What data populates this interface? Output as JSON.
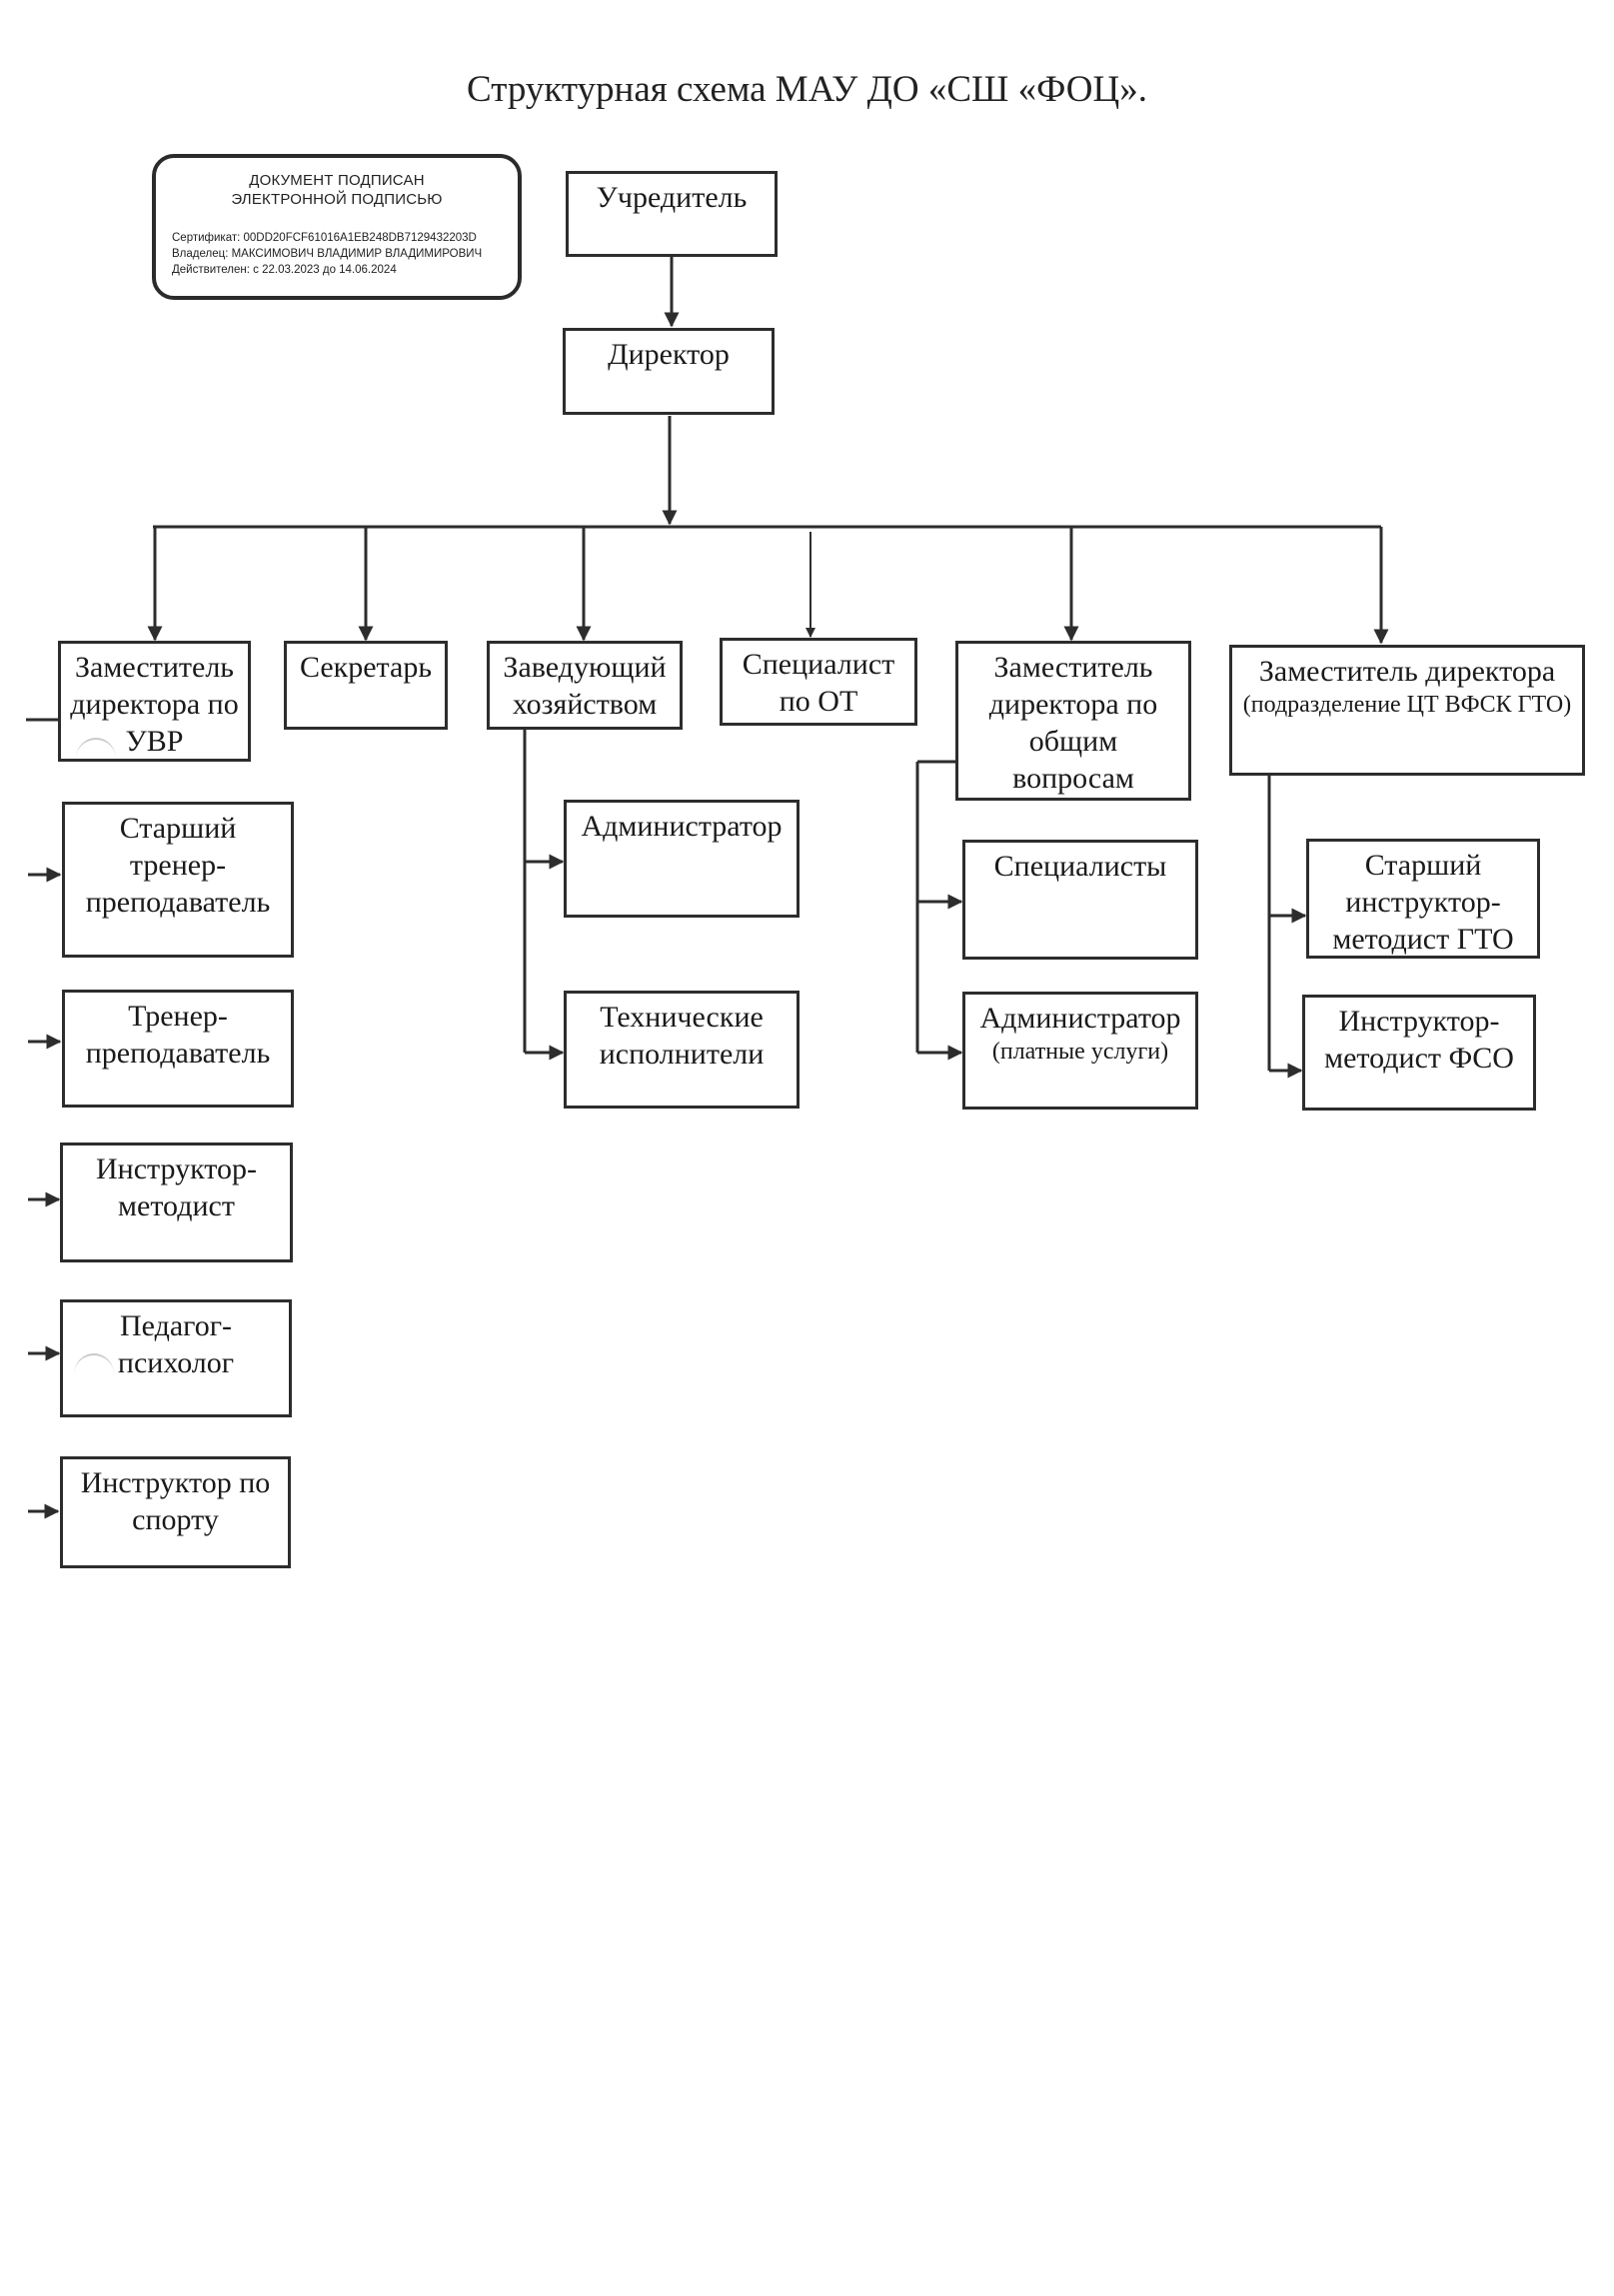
{
  "title": "Структурная схема МАУ ДО «СШ «ФОЦ».",
  "stamp": {
    "line1": "ДОКУМЕНТ ПОДПИСАН",
    "line2": "ЭЛЕКТРОННОЙ ПОДПИСЬЮ",
    "certificate": "Сертификат: 00DD20FCF61016A1EB248DB7129432203D",
    "owner": "Владелец: МАКСИМОВИЧ ВЛАДИМИР ВЛАДИМИРОВИЧ",
    "valid": "Действителен: с 22.03.2023 до 14.06.2024"
  },
  "nodes": {
    "founder": "Учредитель",
    "director": "Директор",
    "deputy_uvr": [
      "Заместитель",
      "директора по",
      "УВР"
    ],
    "secretary": "Секретарь",
    "household_head": [
      "Заведующий",
      "хозяйством"
    ],
    "ot_specialist": [
      "Специалист",
      "по ОТ"
    ],
    "deputy_general": [
      "Заместитель",
      "директора по",
      "общим",
      "вопросам"
    ],
    "deputy_gto": [
      "Заместитель директора",
      "(подразделение ЦТ ВФСК ГТО)"
    ],
    "senior_coach": [
      "Старший",
      "тренер-",
      "преподаватель"
    ],
    "coach": [
      "Тренер-",
      "преподаватель"
    ],
    "instructor_methodist": [
      "Инструктор-",
      "методист"
    ],
    "psychologist": [
      "Педагог-",
      "психолог"
    ],
    "sport_instructor": [
      "Инструктор по",
      "спорту"
    ],
    "administrator": "Администратор",
    "technical_staff": [
      "Технические",
      "исполнители"
    ],
    "specialists": "Специалисты",
    "administrator_paid": [
      "Администратор",
      "(платные услуги)"
    ],
    "senior_instructor_gto": [
      "Старший",
      "инструктор-",
      "методист ГТО"
    ],
    "instructor_fso": [
      "Инструктор-",
      "методист ФСО"
    ]
  }
}
